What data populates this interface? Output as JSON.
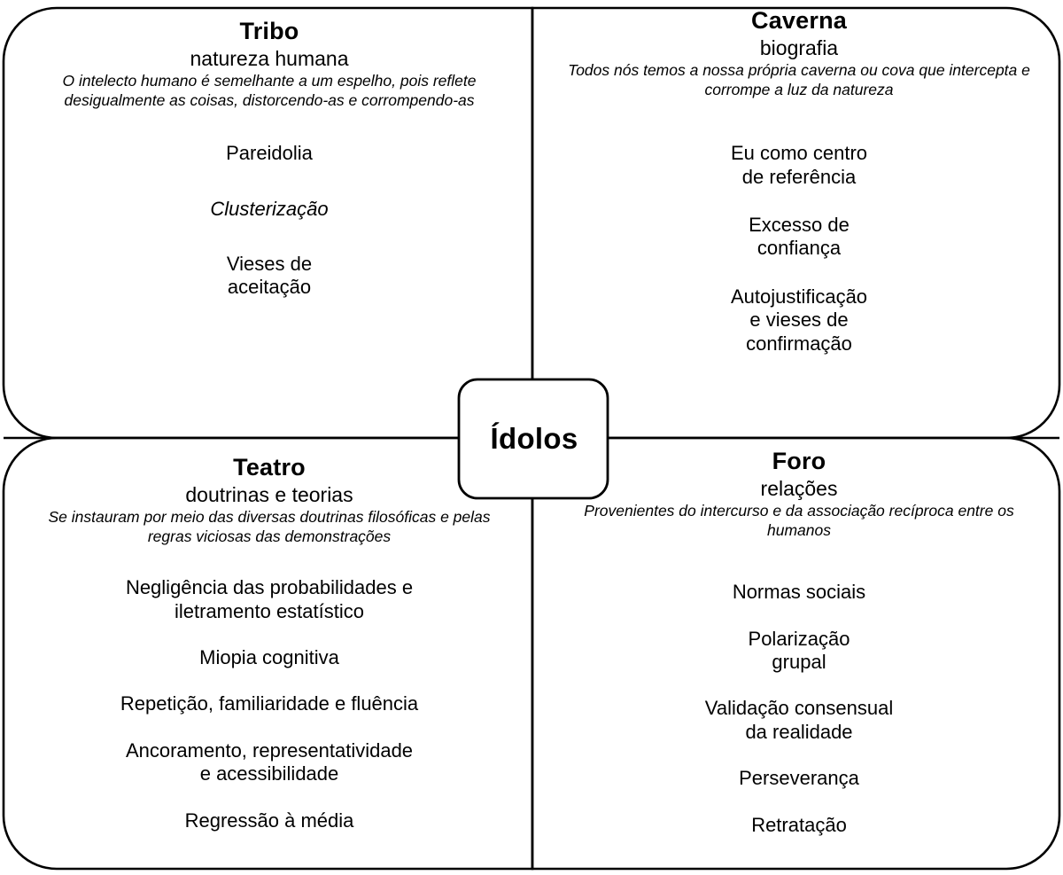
{
  "diagram": {
    "center": {
      "label": "Ídolos"
    },
    "quadrants": [
      {
        "id": "tribo",
        "title": "Tribo",
        "subtitle": "natureza humana",
        "quote": "O intelecto humano é semelhante a um espelho, pois reflete desigualmente as coisas, distorcendo-as e corrompendo-as",
        "items": [
          {
            "text": "Pareidolia",
            "italic": false
          },
          {
            "text": "Clusterização",
            "italic": true
          },
          {
            "text": "Vieses de\naceitação",
            "italic": false
          }
        ]
      },
      {
        "id": "caverna",
        "title": "Caverna",
        "subtitle": "biografia",
        "quote": "Todos nós temos a nossa própria caverna ou cova que intercepta e corrompe a luz da natureza",
        "items": [
          {
            "text": "Eu como centro\nde referência",
            "italic": false
          },
          {
            "text": "Excesso de\nconfiança",
            "italic": false
          },
          {
            "text": "Autojustificação\ne vieses de\nconfirmação",
            "italic": false
          }
        ]
      },
      {
        "id": "teatro",
        "title": "Teatro",
        "subtitle": "doutrinas e teorias",
        "quote": "Se instauram por meio das diversas doutrinas filosóficas e pelas regras viciosas das demonstrações",
        "items": [
          {
            "text": "Negligência das probabilidades e\niletramento estatístico",
            "italic": false
          },
          {
            "text": "Miopia cognitiva",
            "italic": false
          },
          {
            "text": "Repetição, familiaridade e fluência",
            "italic": false
          },
          {
            "text": "Ancoramento, representatividade\ne acessibilidade",
            "italic": false
          },
          {
            "text": "Regressão à média",
            "italic": false
          }
        ]
      },
      {
        "id": "foro",
        "title": "Foro",
        "subtitle": "relações",
        "quote": "Provenientes do intercurso e da associação recíproca entre os humanos",
        "items": [
          {
            "text": "Normas sociais",
            "italic": false
          },
          {
            "text": "Polarização\ngrupal",
            "italic": false
          },
          {
            "text": "Validação consensual\nda realidade",
            "italic": false
          },
          {
            "text": "Perseverança",
            "italic": false
          },
          {
            "text": "Retratação",
            "italic": false
          }
        ]
      }
    ],
    "colors": {
      "stroke": "#000000",
      "background": "#ffffff",
      "text": "#000000"
    }
  }
}
